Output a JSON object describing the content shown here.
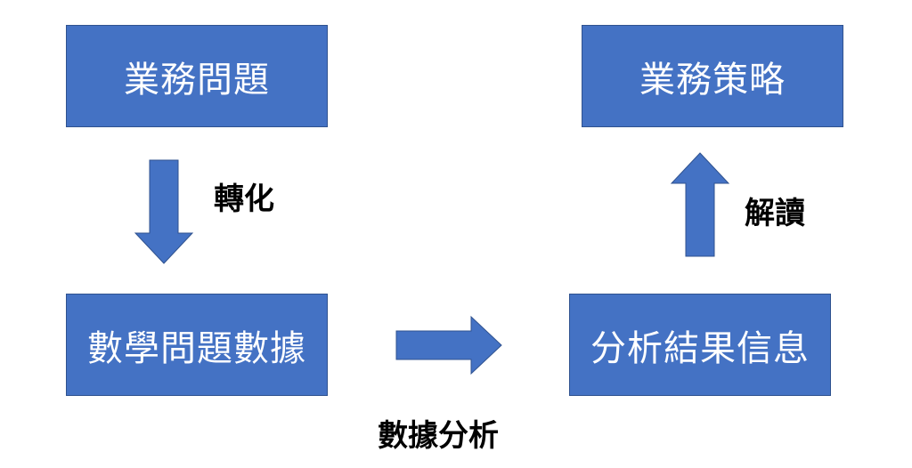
{
  "colors": {
    "box_fill": "#4472C4",
    "box_border": "#2F528F",
    "box_text": "#FFFFFF",
    "label_text": "#000000"
  },
  "boxes": {
    "business_problem": "業務問題",
    "business_strategy": "業務策略",
    "math_problem_data": "數學問題數據",
    "analysis_result_info": "分析結果信息"
  },
  "arrows": {
    "transform": {
      "direction": "down",
      "label": "轉化"
    },
    "data_analysis": {
      "direction": "right",
      "label": "數據分析"
    },
    "interpret": {
      "direction": "up",
      "label": "解讀"
    }
  }
}
